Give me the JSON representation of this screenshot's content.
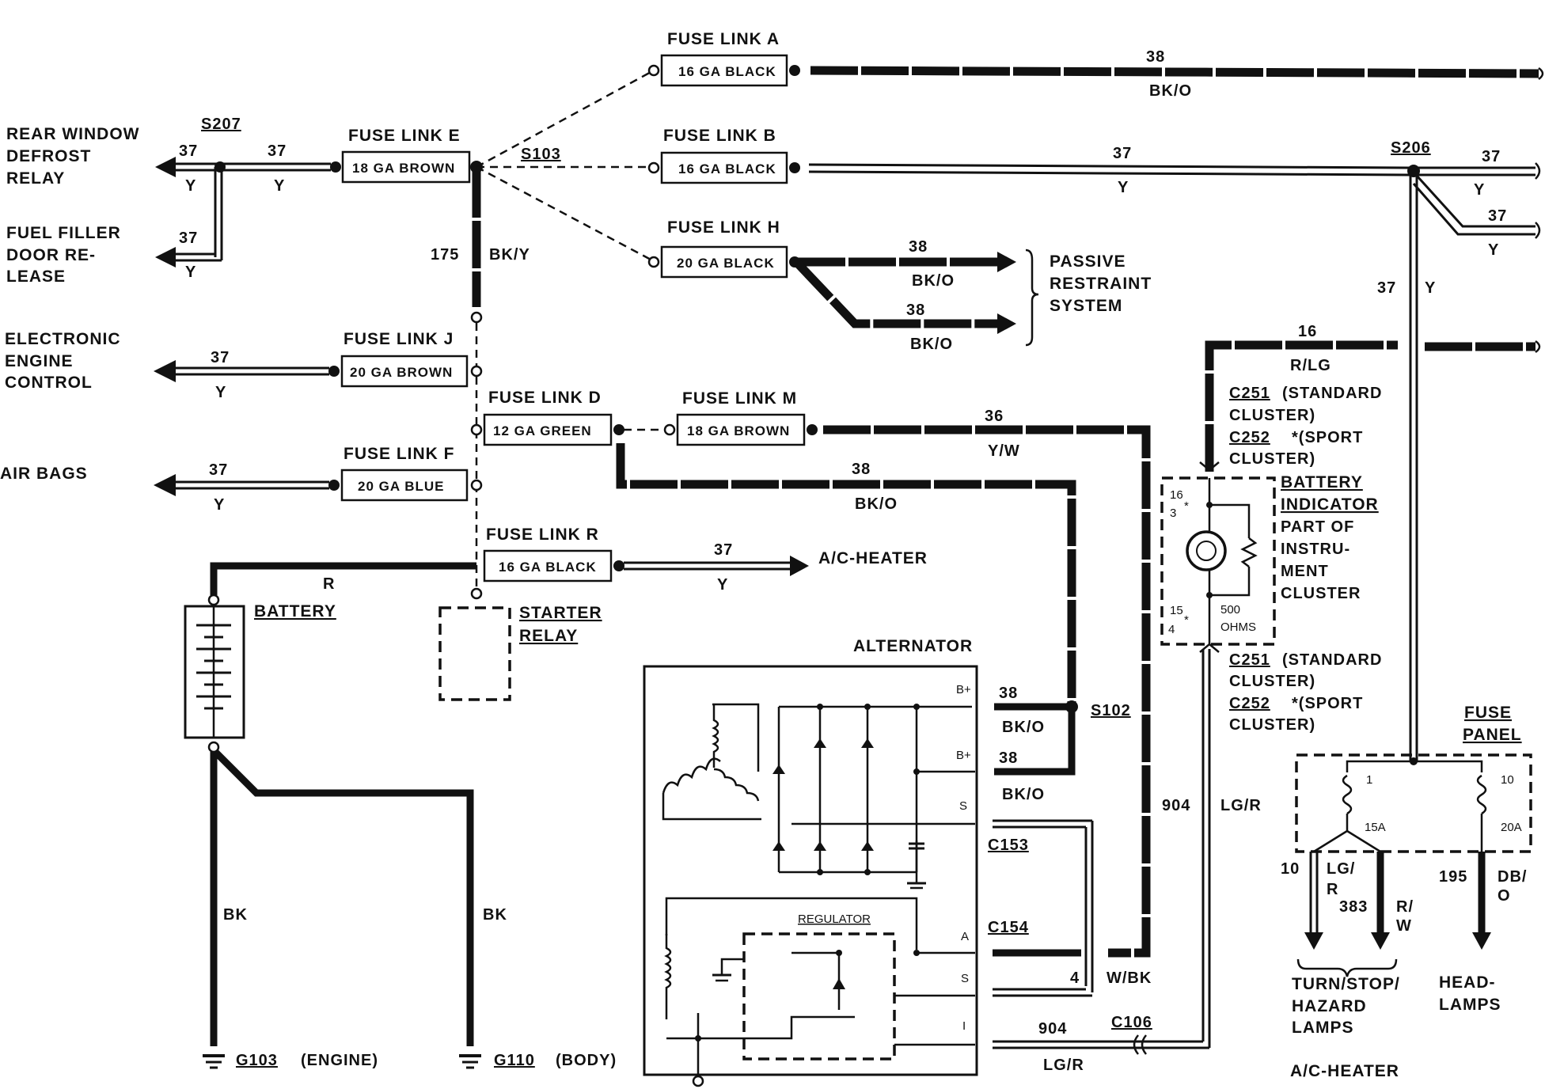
{
  "left_labels": {
    "rear_window_line1": "REAR WINDOW",
    "rear_window_line2": "DEFROST",
    "rear_window_line3": "RELAY",
    "fuel_line1": "FUEL FILLER",
    "fuel_line2": "DOOR RE-",
    "fuel_line3": "LEASE",
    "eec_line1": "ELECTRONIC",
    "eec_line2": "ENGINE",
    "eec_line3": "CONTROL",
    "air_bags": "AIR BAGS"
  },
  "splices": {
    "s207": "S207",
    "s103": "S103",
    "s206": "S206",
    "s102": "S102"
  },
  "fuse_links": {
    "a": {
      "title": "FUSE LINK A",
      "spec": "16 GA BLACK"
    },
    "b": {
      "title": "FUSE LINK B",
      "spec": "16 GA BLACK"
    },
    "d": {
      "title": "FUSE LINK D",
      "spec": "12 GA GREEN"
    },
    "e": {
      "title": "FUSE LINK E",
      "spec": "18 GA BROWN"
    },
    "f": {
      "title": "FUSE LINK F",
      "spec": "20 GA BLUE"
    },
    "h": {
      "title": "FUSE LINK H",
      "spec": "20 GA BLACK"
    },
    "j": {
      "title": "FUSE LINK J",
      "spec": "20 GA BROWN"
    },
    "m": {
      "title": "FUSE LINK M",
      "spec": "18 GA BROWN"
    },
    "r": {
      "title": "FUSE LINK R",
      "spec": "16 GA BLACK"
    }
  },
  "wires": {
    "n37": "37",
    "y": "Y",
    "n38": "38",
    "bko": "BK/O",
    "n175": "175",
    "bky": "BK/Y",
    "n36": "36",
    "yw": "Y/W",
    "n16": "16",
    "rlg": "R/LG",
    "r": "R",
    "bk": "BK",
    "n904": "904",
    "lgr": "LG/R",
    "n4": "4",
    "wbk": "W/BK",
    "n10": "10",
    "lg_r_top": "LG/",
    "lg_r_bot": "R",
    "n383": "383",
    "rw_top": "R/",
    "rw_bot": "W",
    "n195": "195",
    "dbo_top": "DB/",
    "dbo_bot": "O"
  },
  "components": {
    "passive_line1": "PASSIVE",
    "passive_line2": "RESTRAINT",
    "passive_line3": "SYSTEM",
    "ac_heater": "A/C-HEATER",
    "battery": "BATTERY",
    "starter_line1": "STARTER",
    "starter_line2": "RELAY",
    "alternator": "ALTERNATOR",
    "regulator": "REGULATOR",
    "g103": "G103",
    "engine": "(ENGINE)",
    "g110": "G110",
    "body": "(BODY)",
    "c153": "C153",
    "c154": "C154",
    "c106": "C106",
    "alt_bplus1": "B+",
    "alt_bplus2": "B+",
    "alt_s1": "S",
    "alt_a": "A",
    "alt_s2": "S",
    "alt_i": "I",
    "c251_top": "C251",
    "c251_top_rest": "(STANDARD",
    "cluster_1": "CLUSTER)",
    "c252_top": "C252",
    "c252_top_rest": "*(SPORT",
    "cluster_2": "CLUSTER)",
    "batt_ind_1": "BATTERY",
    "batt_ind_2": "INDICATOR",
    "batt_ind_3": "PART OF",
    "batt_ind_4": "INSTRU-",
    "batt_ind_5": "MENT",
    "batt_ind_6": "CLUSTER",
    "pin16": "16",
    "pin3": "3",
    "star_a": "*",
    "pin15": "15",
    "pin4": "4",
    "star_b": "*",
    "ohms_val": "500",
    "ohms_unit": "OHMS",
    "c251_bot": "C251",
    "c251_bot_rest": "(STANDARD",
    "cluster_3": "CLUSTER)",
    "c252_bot": "C252",
    "c252_bot_rest": "*(SPORT",
    "cluster_4": "CLUSTER)",
    "fuse_panel_1": "FUSE",
    "fuse_panel_2": "PANEL",
    "fp_1": "1",
    "fp_10": "10",
    "fp_15a": "15A",
    "fp_20a": "20A",
    "turn_1": "TURN/STOP/",
    "turn_2": "HAZARD",
    "turn_3": "LAMPS",
    "turn_4": "A/C-HEATER",
    "head_1": "HEAD-",
    "head_2": "LAMPS"
  }
}
